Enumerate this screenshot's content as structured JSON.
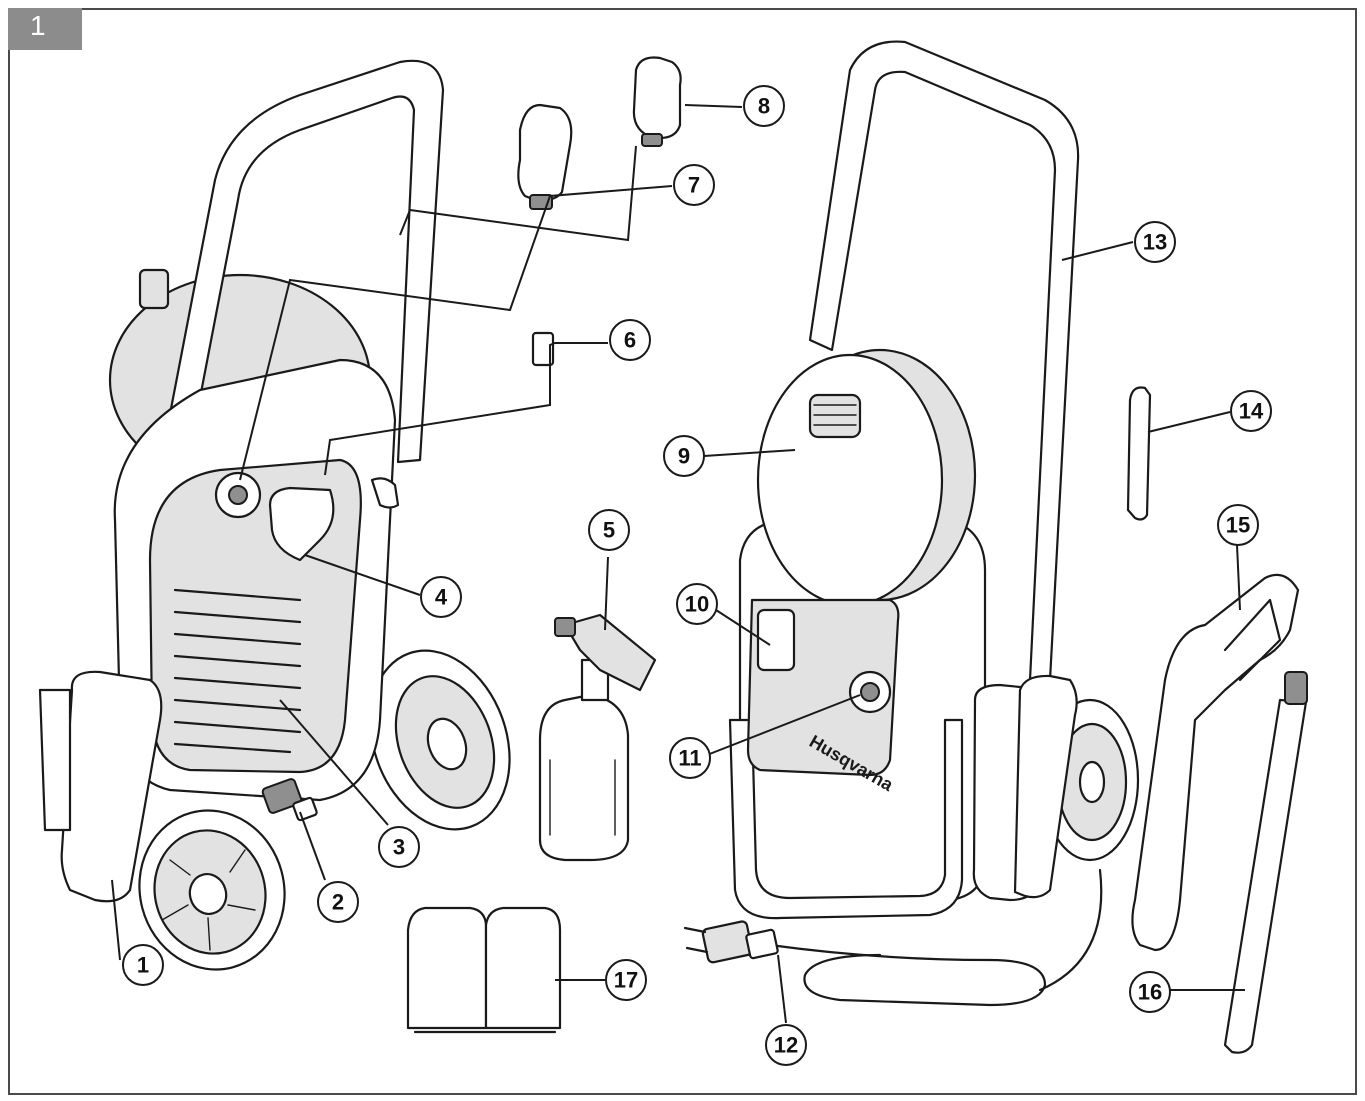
{
  "figure": {
    "number": "1"
  },
  "brand_label": "Husqvarna",
  "callouts": [
    {
      "label": "1"
    },
    {
      "label": "2"
    },
    {
      "label": "3"
    },
    {
      "label": "4"
    },
    {
      "label": "5"
    },
    {
      "label": "6"
    },
    {
      "label": "7"
    },
    {
      "label": "8"
    },
    {
      "label": "9"
    },
    {
      "label": "10"
    },
    {
      "label": "11"
    },
    {
      "label": "12"
    },
    {
      "label": "13"
    },
    {
      "label": "14"
    },
    {
      "label": "15"
    },
    {
      "label": "16"
    },
    {
      "label": "17"
    }
  ]
}
